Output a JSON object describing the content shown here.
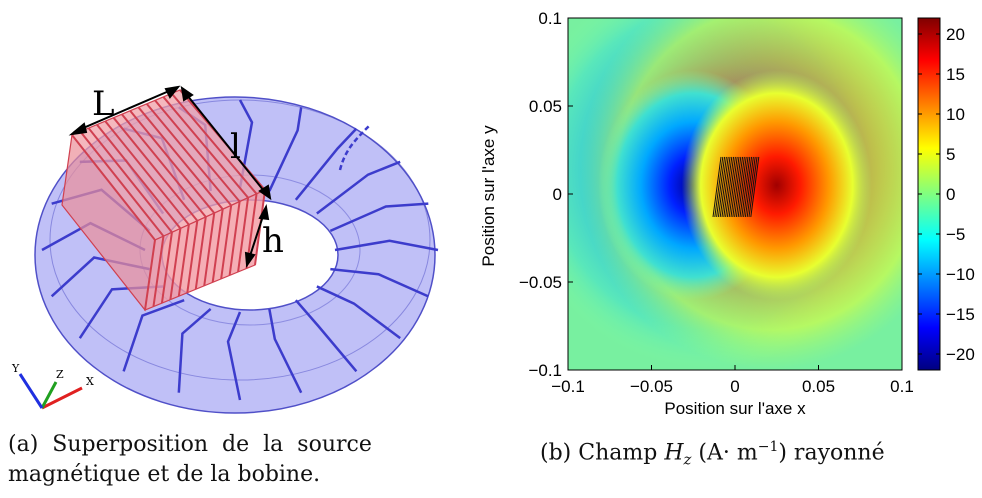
{
  "figure_a": {
    "labels": {
      "L": "L",
      "l": "l",
      "h": "h"
    },
    "axes": {
      "x": "X",
      "y": "Y",
      "z": "Z"
    },
    "colors": {
      "torus": "#8c8cf0",
      "torus_edge": "#5050c8",
      "block": "#f0a0a8",
      "wire_red": "#d04050",
      "wire_blue": "#3c3ccc"
    }
  },
  "figure_b": {
    "xlabel": "Position sur l'axe x",
    "ylabel": "Position sur l'axe y",
    "x_ticks": [
      "−0.1",
      "−0.05",
      "0",
      "0.05",
      "0.1"
    ],
    "y_ticks": [
      "0.1",
      "0.05",
      "0",
      "−0.05",
      "−0.1"
    ],
    "colorbar_ticks": [
      "20",
      "15",
      "10",
      "5",
      "0",
      "−5",
      "−10",
      "−15",
      "−20"
    ],
    "colormap": "jet"
  },
  "chart_data": {
    "type": "heatmap",
    "title": "",
    "xlabel": "Position sur l'axe x",
    "ylabel": "Position sur l'axe y",
    "xlim": [
      -0.1,
      0.1
    ],
    "ylim": [
      -0.1,
      0.1
    ],
    "colorbar_range": [
      -22,
      22
    ],
    "colorbar_ticks": [
      20,
      15,
      10,
      5,
      0,
      -5,
      -10,
      -15,
      -20
    ],
    "field_extrema": [
      {
        "x": -0.025,
        "y": 0.005,
        "value": -22
      },
      {
        "x": 0.025,
        "y": 0.005,
        "value": 22
      }
    ]
  },
  "captions": {
    "a_line1": "(a)  Superposition  de  la  source",
    "a_line2": "magnétique et de la bobine.",
    "b_prefix": "(b) Champ ",
    "b_var": "H",
    "b_sub": "z",
    "b_unit": " (A· m",
    "b_exp": "−1",
    "b_suffix": ") rayonné"
  }
}
